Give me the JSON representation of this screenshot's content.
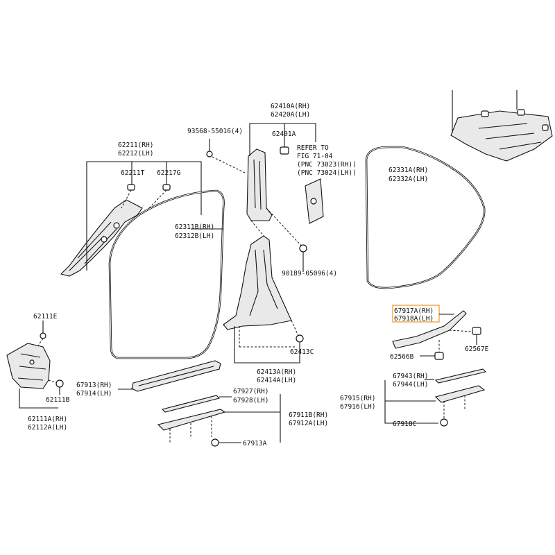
{
  "diagram": {
    "labels": {
      "p62211": "62211(RH)",
      "p62212": "62212(LH)",
      "p62211T": "62211T",
      "p62217G": "62217G",
      "p62311B": "62311B(RH)",
      "p62312B": "62312B(LH)",
      "p93568": "93568-55016(4)",
      "p62410A": "62410A(RH)",
      "p62420A": "62420A(LH)",
      "p62401A": "62401A",
      "refer1": "REFER TO",
      "refer2": "FIG 71-04",
      "refer3": "(PNC 73023(RH))",
      "refer4": "(PNC 73024(LH))",
      "p90189": "90189-05096(4)",
      "p62413C": "62413C",
      "p62413A": "62413A(RH)",
      "p62414A": "62414A(LH)",
      "p62331A": "62331A(RH)",
      "p62332A": "62332A(LH)",
      "p67917A": "67917A(RH)",
      "p67918A": "67918A(LH)",
      "p62566B": "62566B",
      "p62567E": "62567E",
      "p62111E": "62111E",
      "p62111B": "62111B",
      "p62111A": "62111A(RH)",
      "p62112A": "62112A(LH)",
      "p67913": "67913(RH)",
      "p67914": "67914(LH)",
      "p67927": "67927(RH)",
      "p67928": "67928(LH)",
      "p67911B": "67911B(RH)",
      "p67912A": "67912A(LH)",
      "p67913A": "67913A",
      "p67943": "67943(RH)",
      "p67944": "67944(LH)",
      "p67915": "67915(RH)",
      "p67916": "67916(LH)",
      "p67918C": "67918C"
    },
    "highlight_color": "#f2a33a"
  }
}
